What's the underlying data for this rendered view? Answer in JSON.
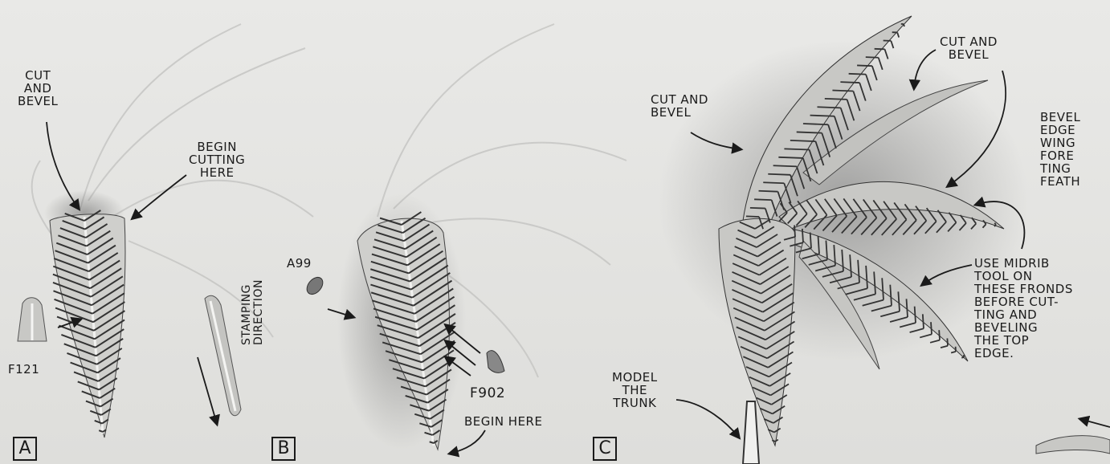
{
  "panels": {
    "a": {
      "letter": "A",
      "cut_bevel": "CUT\nAND\nBEVEL",
      "begin_cutting": "BEGIN\nCUTTING\nHERE",
      "tool": "F121",
      "stamping_direction": "STAMPING\nDIRECTION"
    },
    "b": {
      "letter": "B",
      "tool_a": "A99",
      "tool_f": "F902",
      "begin_here": "BEGIN HERE"
    },
    "c": {
      "letter": "C",
      "cut_bevel_left": "CUT AND\nBEVEL",
      "cut_bevel_top": "CUT AND\nBEVEL",
      "bevel_edge": "BEVEL\nEDGE\nWING\nFORE\nTING\nFEATH",
      "midrib": "USE MIDRIB\nTOOL ON\nTHESE FRONDS\nBEFORE CUT-\nTING AND\nBEVELING\nTHE TOP\nEDGE.",
      "model_trunk": "MODEL\nTHE\nTRUNK"
    }
  },
  "colors": {
    "ink": "#1a1a1a",
    "leather": "#dededb",
    "shadow": "#555555"
  }
}
